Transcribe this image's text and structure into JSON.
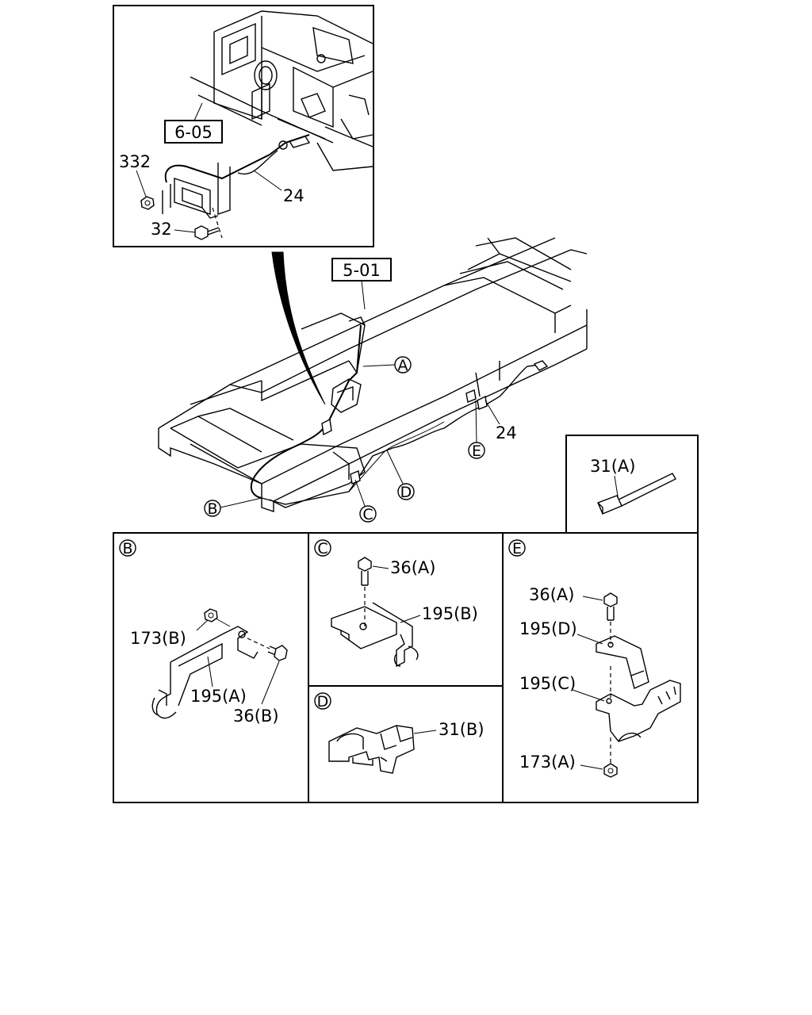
{
  "callouts": {
    "ref_6_05": "6-05",
    "ref_5_01": "5-01",
    "p332": "332",
    "p24_top": "24",
    "p32": "32",
    "p24_main": "24",
    "pA": "A",
    "pB": "B",
    "pC": "C",
    "pD": "D",
    "pE": "E",
    "p31A": "31(A)"
  },
  "panels": {
    "B": {
      "tag": "B",
      "labels": {
        "p173B": "173(B)",
        "p195A": "195(A)",
        "p36B": "36(B)"
      }
    },
    "C": {
      "tag": "C",
      "labels": {
        "p36A": "36(A)",
        "p195B": "195(B)"
      }
    },
    "D": {
      "tag": "D",
      "labels": {
        "p31B": "31(B)"
      }
    },
    "E": {
      "tag": "E",
      "labels": {
        "p36A": "36(A)",
        "p195D": "195(D)",
        "p195C": "195(C)",
        "p173A": "173(A)"
      }
    }
  }
}
